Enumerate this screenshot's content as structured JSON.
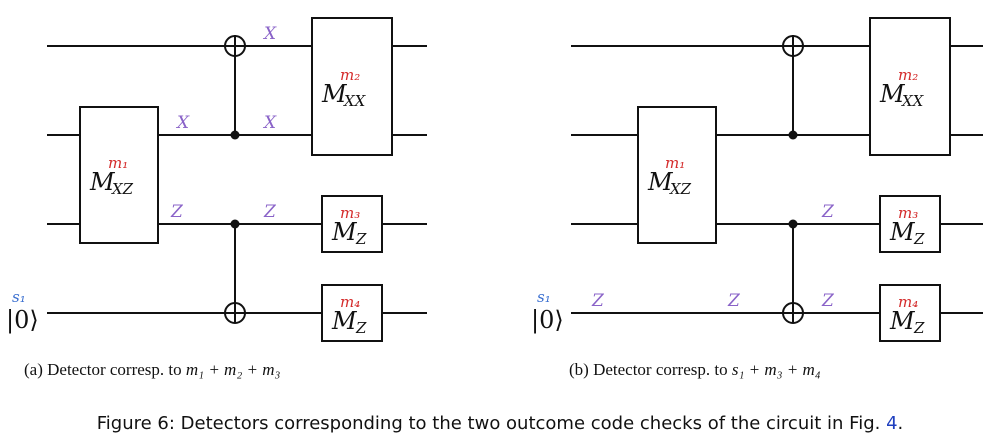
{
  "panels": [
    {
      "id": "a",
      "input_state": "|0⟩",
      "input_label": "s1",
      "gates": {
        "mxz": {
          "name": "M",
          "sub": "XZ",
          "outcome": "m1"
        },
        "mxx": {
          "name": "M",
          "sub": "XX",
          "outcome": "m2"
        },
        "mz3": {
          "name": "M",
          "sub": "Z",
          "outcome": "m3"
        },
        "mz4": {
          "name": "M",
          "sub": "Z",
          "outcome": "m4"
        }
      },
      "pauli_annotations": [
        "X",
        "X",
        "X",
        "Z",
        "Z"
      ],
      "caption": {
        "prefix": "(a) Detector corresp. to ",
        "expr": "m₁ + m₂ + m₃"
      }
    },
    {
      "id": "b",
      "input_state": "|0⟩",
      "input_label": "s1",
      "gates": {
        "mxz": {
          "name": "M",
          "sub": "XZ",
          "outcome": "m1"
        },
        "mxx": {
          "name": "M",
          "sub": "XX",
          "outcome": "m2"
        },
        "mz3": {
          "name": "M",
          "sub": "Z",
          "outcome": "m3"
        },
        "mz4": {
          "name": "M",
          "sub": "Z",
          "outcome": "m4"
        }
      },
      "pauli_annotations": [
        "Z",
        "Z",
        "Z",
        "Z"
      ],
      "caption": {
        "prefix": "(b) Detector corresp. to ",
        "expr": "s₁ + m₃ + m₄"
      }
    }
  ],
  "figure_caption": {
    "text": "Figure 6: Detectors corresponding to the two outcome code checks of the circuit in Fig. ",
    "ref": "4",
    "end": "."
  }
}
